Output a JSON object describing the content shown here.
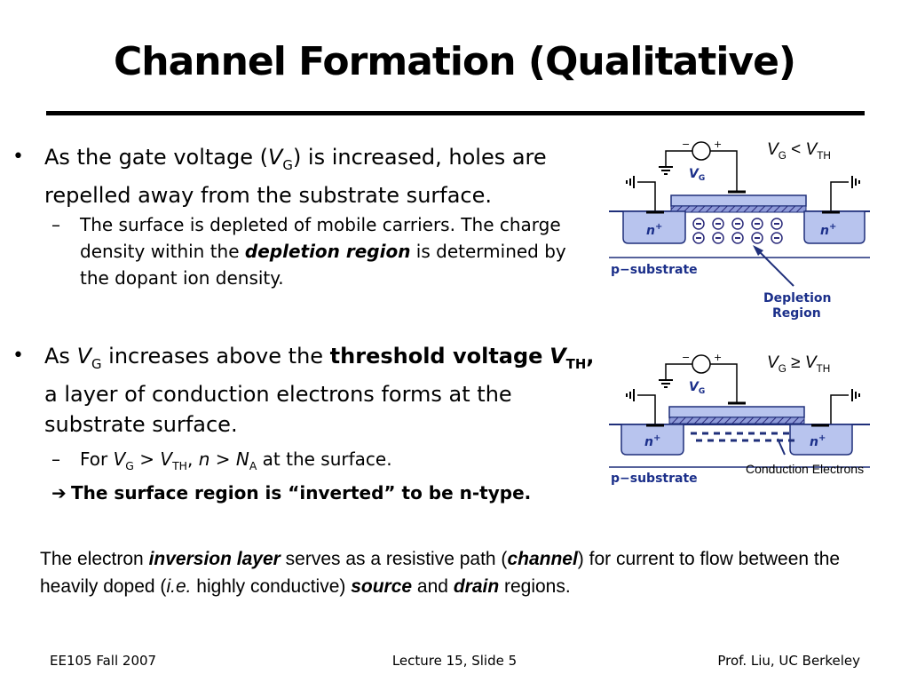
{
  "title": "Channel Formation (Qualitative)",
  "bullet1": {
    "text_a": "As the gate voltage (",
    "v": "V",
    "v_sub": "G",
    "text_b": ") is increased, holes are repelled away from the substrate surface."
  },
  "sub1": {
    "text_a": "The surface is depleted of mobile carriers.  The charge density within the ",
    "emph": "depletion region",
    "text_b": " is determined by the dopant ion density."
  },
  "bullet2": {
    "text_a": "As ",
    "v": "V",
    "v_sub": "G",
    "text_b": " increases above the ",
    "bold": "threshold voltage",
    "vth": "V",
    "vth_sub": "TH",
    "comma": ",",
    "text_c": " a layer of conduction electrons forms at the substrate surface."
  },
  "sub2": {
    "text_a": "For ",
    "v": "V",
    "v_sub": "G",
    "gt1": " > ",
    "vth": "V",
    "vth_sub": "TH",
    "comma": ", ",
    "n": "n",
    "gt2": " > ",
    "N": "N",
    "N_sub": "A",
    "text_b": " at the surface."
  },
  "sub3": {
    "arrow": "➔",
    "text": " The surface region is “inverted” to be n-type."
  },
  "paragraph": {
    "p1": "The electron ",
    "inversion_layer": "inversion layer",
    "p2": " serves as a resistive path (",
    "channel": "channel",
    "p3": ") for current to flow between the heavily doped (",
    "ie": "i.e.",
    "p4": " highly conductive) ",
    "source": "source",
    "p5": " and ",
    "drain": "drain",
    "p6": " regions."
  },
  "diagram1": {
    "condition": {
      "v": "V",
      "v_sub": "G",
      "op": " < ",
      "vth": "V",
      "vth_sub": "TH"
    },
    "source_label": "n",
    "drain_label": "n",
    "plus": "+",
    "gate_source_label": "V",
    "gate_source_sub": "G",
    "substrate_label": "p−substrate",
    "depletion_label_1": "Depletion",
    "depletion_label_2": "Region"
  },
  "diagram2": {
    "condition": {
      "v": "V",
      "v_sub": "G",
      "op": " ≥ ",
      "vth": "V",
      "vth_sub": "TH"
    },
    "source_label": "n",
    "drain_label": "n",
    "plus": "+",
    "gate_source_label": "V",
    "gate_source_sub": "G",
    "substrate_label": "p−substrate",
    "conduction_label": "Conduction Electrons"
  },
  "colors": {
    "diffusion": "#b8c4ee",
    "diffusion_stroke": "#1f2f7a",
    "gate_oxide": "#8e9ad8",
    "label_blue": "#1b2f8a",
    "ion": "#2a2a7a"
  },
  "footer": {
    "left": "EE105 Fall 2007",
    "center": "Lecture 15, Slide 5",
    "right": "Prof. Liu, UC Berkeley"
  }
}
